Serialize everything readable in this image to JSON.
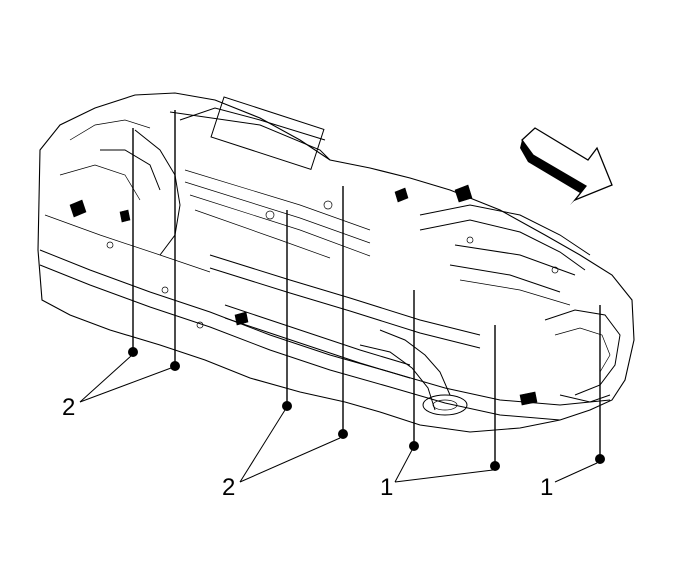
{
  "figure": {
    "callouts": [
      {
        "id": "callout-2-left",
        "label": "2"
      },
      {
        "id": "callout-2-center",
        "label": "2"
      },
      {
        "id": "callout-1-center",
        "label": "1"
      },
      {
        "id": "callout-1-right",
        "label": "1"
      }
    ],
    "direction_arrow": "front-direction-arrow",
    "fastener_groups": {
      "group_2": {
        "callout": "2",
        "count": 4
      },
      "group_1": {
        "callout": "1",
        "count": 3
      }
    }
  }
}
